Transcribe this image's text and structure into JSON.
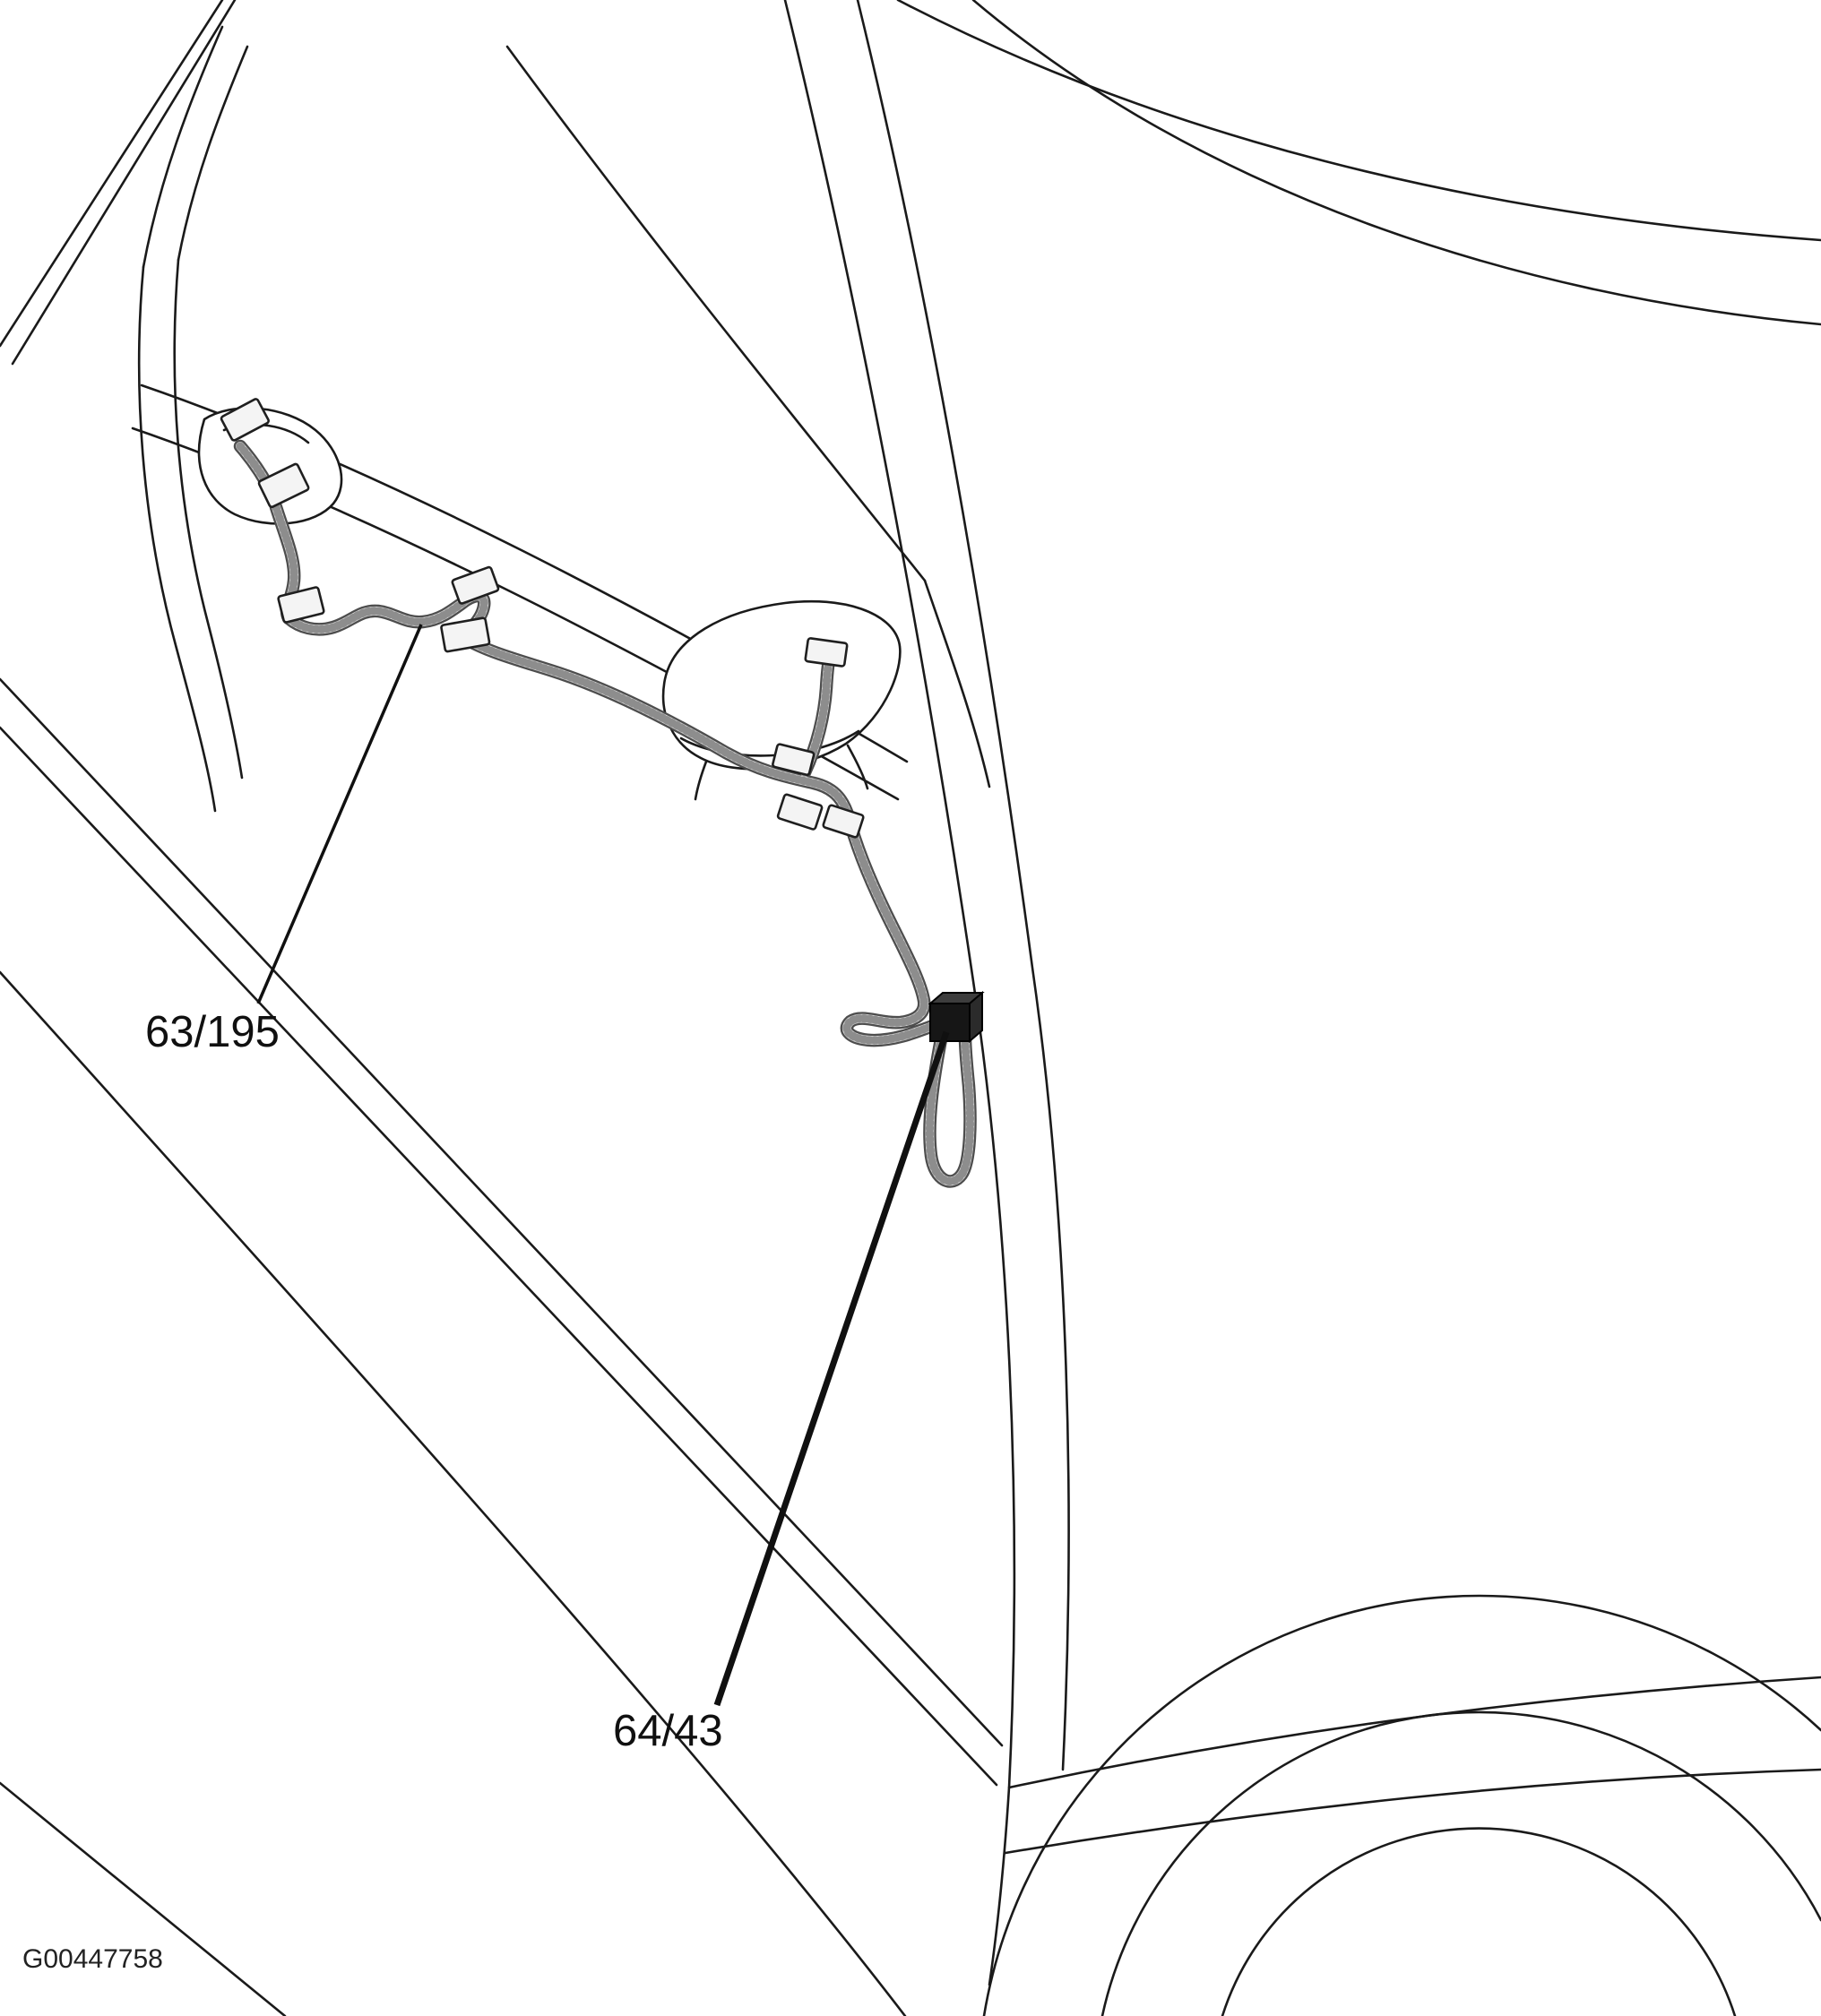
{
  "figure": {
    "code": "G00447758",
    "callouts": [
      {
        "label": "63/195"
      },
      {
        "label": "64/43"
      }
    ]
  },
  "colors": {
    "background": "#ffffff",
    "line_art": "#1a1a1a",
    "harness_core": "#cdcdcd",
    "harness_outline": "#4d4d4d",
    "harness_stipple": "#8d8d8d",
    "connector_fill": "#f4f4f4",
    "connector_64_43": "#161616",
    "label_text": "#101010"
  }
}
